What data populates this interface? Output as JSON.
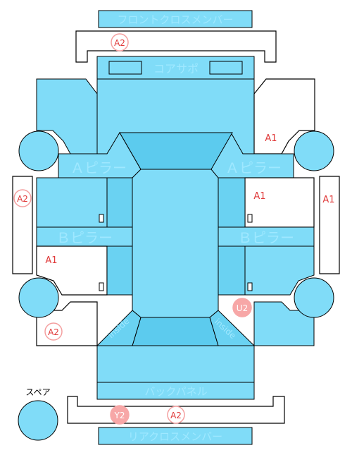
{
  "labels": {
    "front_cross_member": "フロントクロスメンバー",
    "core_support": "コアサポ",
    "a_pillar_left": "Ａピラー",
    "a_pillar_right": "Ａピラー",
    "b_pillar_left": "Ｂピラー",
    "b_pillar_right": "Ｂピラー",
    "back_panel": "バックパネル",
    "rear_cross_member": "リアクロスメンバー",
    "spare": "スペア",
    "inside_left": "inside",
    "inside_right": "inside"
  },
  "marks": {
    "front_cross_a2": "A2",
    "right_fender_a1": "A1",
    "left_frame_a2": "A2",
    "right_front_door_a1": "A1",
    "right_frame_a1": "A1",
    "left_rear_door_a1": "A1",
    "right_rear_u2": "U2",
    "left_rear_a2": "A2",
    "rear_cross_y2": "Y2",
    "rear_cross_a2": "A2"
  },
  "colors": {
    "panel": "#80dcf8",
    "panel_dark": "#5ccbee",
    "damage_mark": "#e03a3a",
    "mark_fill": "#f7a7a7"
  }
}
